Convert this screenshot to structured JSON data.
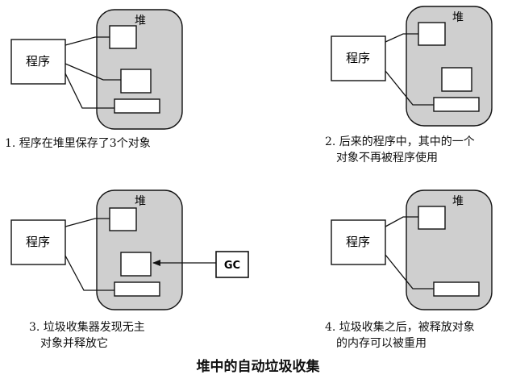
{
  "labels": {
    "heap": "堆",
    "program": "程序",
    "gc": "GC"
  },
  "captions": {
    "p1": "1. 程序在堆里保存了3个对象",
    "p2_l1": "2. 后来的程序中，其中的一个",
    "p2_l2": "对象不再被程序使用",
    "p3_l1": "3. 垃圾收集器发现无主",
    "p3_l2": "对象并释放它",
    "p4_l1": "4. 垃圾收集之后，被释放对象",
    "p4_l2": "的内存可以被重用"
  },
  "title": "堆中的自动垃圾收集",
  "colors": {
    "heap_fill": "#cfcfcf",
    "stroke": "#111111",
    "box_fill": "#ffffff"
  }
}
